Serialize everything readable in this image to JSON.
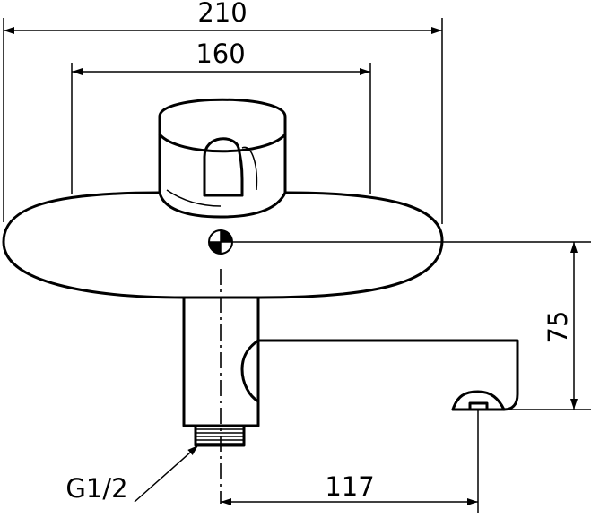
{
  "dimensions": {
    "overall_width": "210",
    "spindle_width": "160",
    "center_height": "75",
    "spout_length": "117",
    "thread": "G1/2"
  }
}
